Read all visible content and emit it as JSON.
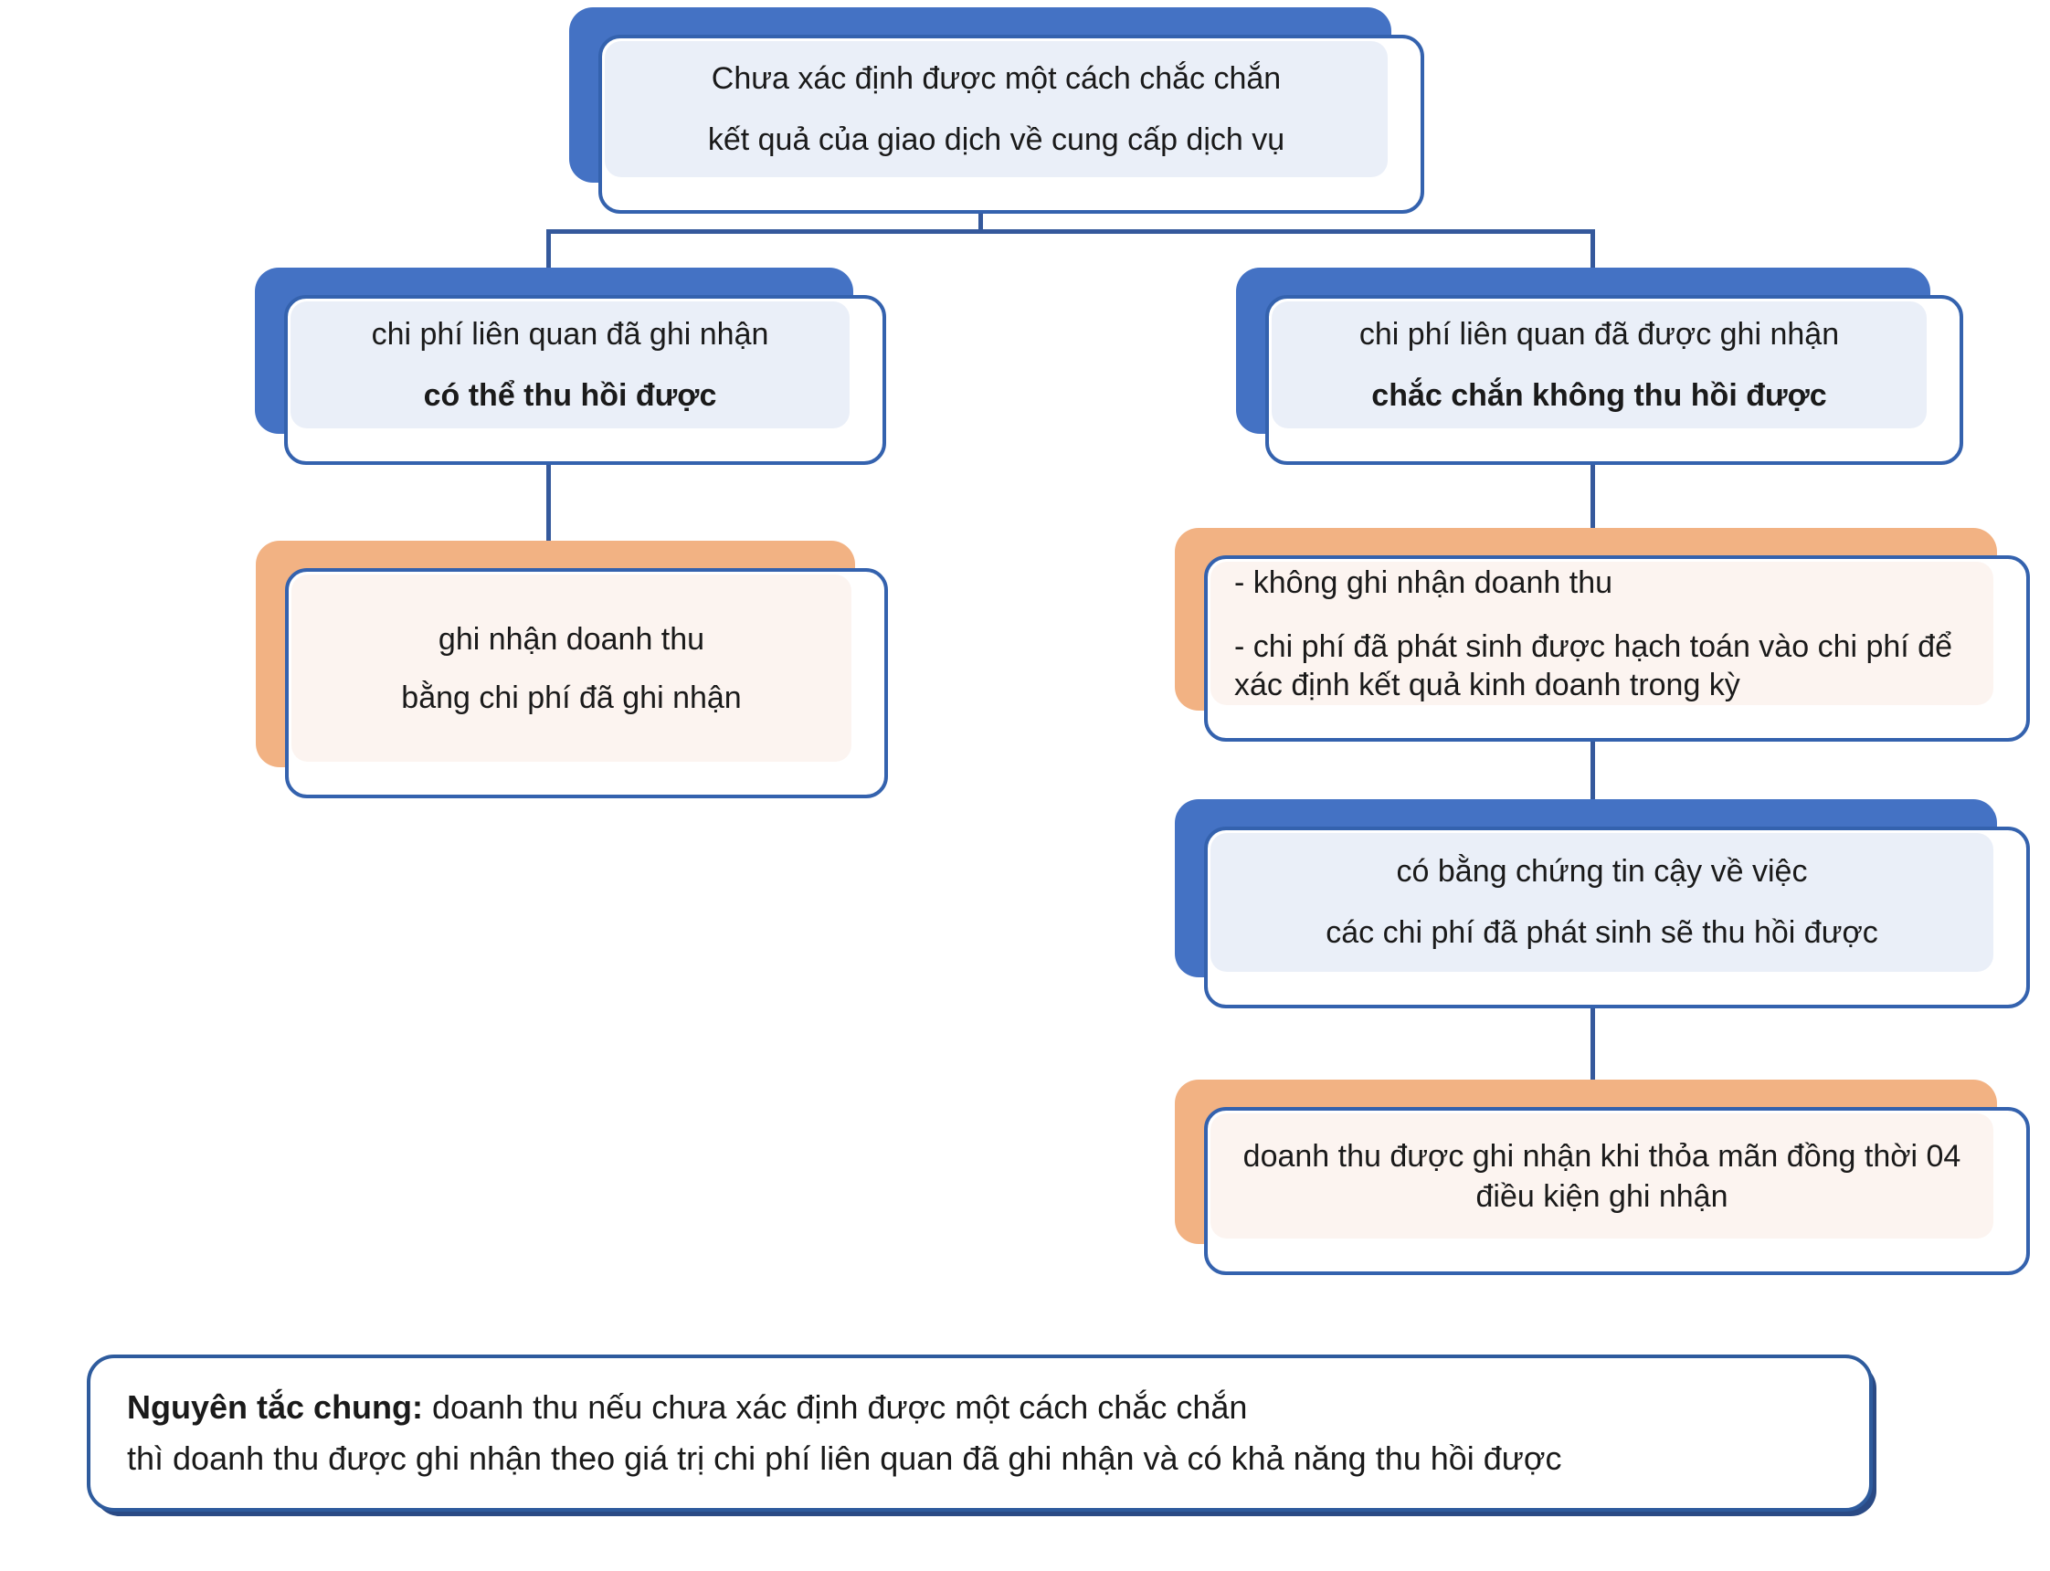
{
  "colors": {
    "accent_blue": "#4472C4",
    "border_blue": "#3462AE",
    "fill_blue": "#EAEFF8",
    "accent_orange": "#F2B283",
    "fill_orange": "#FCF4F0",
    "connector": "#35599C",
    "principle_border": "#2E5B9D",
    "text": "#1A1A1A"
  },
  "diagram": {
    "root": {
      "line1": "Chưa xác định được một cách chắc chắn",
      "line2": "kết quả của giao dịch về cung cấp dịch vụ"
    },
    "left_condition": {
      "line1": "chi phí liên quan đã ghi nhận",
      "line2_bold": "có thể thu hồi được"
    },
    "right_condition": {
      "line1": "chi phí liên quan đã được ghi nhận",
      "line2_bold": "chắc chắn không thu hồi được"
    },
    "left_outcome": {
      "line1": "ghi nhận doanh thu",
      "line2": "bằng chi phí đã ghi nhận"
    },
    "right_outcome": {
      "bullet1": "- không ghi nhận doanh thu",
      "bullet2": "- chi phí đã phát sinh được hạch toán vào chi phí để xác định kết quả kinh doanh trong kỳ"
    },
    "evidence": {
      "line1": "có bằng chứng tin cậy về việc",
      "line2": "các chi phí đã phát sinh sẽ thu hồi được"
    },
    "final_outcome": {
      "text": "doanh thu được ghi nhận khi thỏa mãn đồng thời 04 điều kiện ghi nhận"
    },
    "principle": {
      "label_bold": "Nguyên tắc chung:",
      "line1_rest": " doanh thu nếu chưa xác định được một cách chắc chắn",
      "line2": "thì doanh thu được ghi nhận theo giá trị chi phí liên quan đã ghi nhận và có khả năng thu hồi được"
    }
  }
}
